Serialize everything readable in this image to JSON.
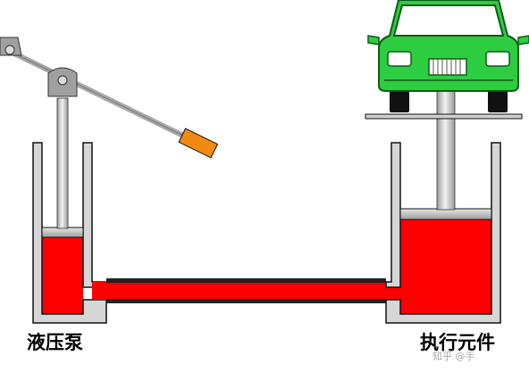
{
  "labels": {
    "pump": "液压泵",
    "actuator": "执行元件"
  },
  "watermark": "知乎 @手",
  "colors": {
    "fluid": "#ff0000",
    "fluid_dark": "#c00000",
    "container_wall": "#d6d6d6",
    "outline": "#111111",
    "car_body": "#2ecc40",
    "car_body_dark": "#178a24",
    "handle_grip": "#f08a10",
    "lever": "#a8a8a8",
    "piston_rod": "#c8c8c8"
  },
  "icons": [
    "pump-lever-icon",
    "car-icon",
    "piston-icon"
  ]
}
